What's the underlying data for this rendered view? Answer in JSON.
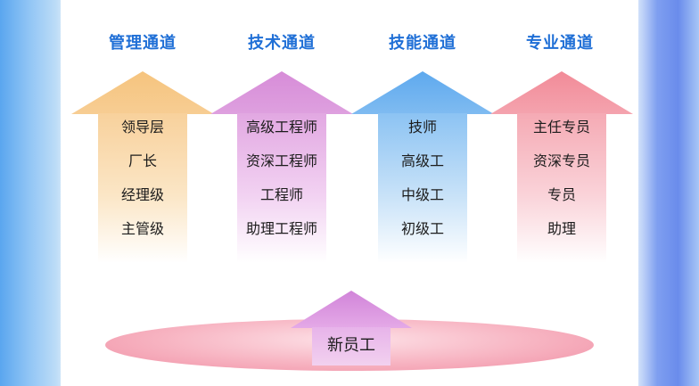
{
  "columns": [
    {
      "title": "管理通道",
      "items": [
        "领导层",
        "厂长",
        "经理级",
        "主管级"
      ],
      "color": "#f6c47e"
    },
    {
      "title": "技术通道",
      "items": [
        "高级工程师",
        "资深工程师",
        "工程师",
        "助理工程师"
      ],
      "color": "#d78cd8"
    },
    {
      "title": "技能通道",
      "items": [
        "技师",
        "高级工",
        "中级工",
        "初级工"
      ],
      "color": "#5ea9ee"
    },
    {
      "title": "专业通道",
      "items": [
        "主任专员",
        "资深专员",
        "专员",
        "助理"
      ],
      "color": "#f28b98"
    }
  ],
  "base": {
    "label": "新员工",
    "color": "#f7b3c1"
  },
  "title_color": "#1f6fd6"
}
